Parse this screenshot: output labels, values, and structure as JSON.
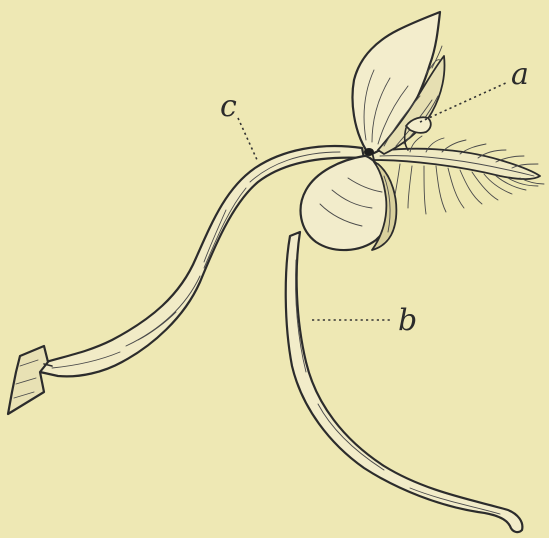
{
  "labels": {
    "a": "a",
    "b": "b",
    "c": "c"
  },
  "colors": {
    "background": "#EEE8B4",
    "ink": "#2c2c2c",
    "fill_light": "#F4EFCF",
    "fill_mid": "#E4DDB0"
  }
}
